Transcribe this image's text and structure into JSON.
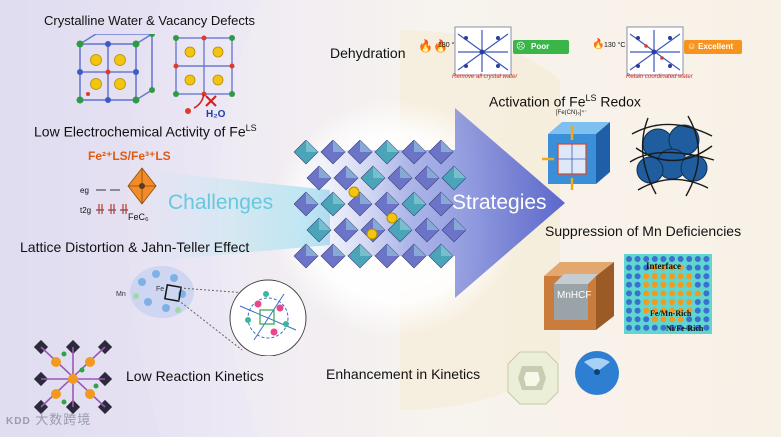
{
  "left": {
    "challenges_label": "Challenges",
    "items": [
      {
        "title": "Crystalline Water & Vacancy Defects"
      },
      {
        "title": "Low Electrochemical Activity of Fe",
        "sup": "LS"
      },
      {
        "title": "Lattice Distortion & Jahn-Teller Effect"
      },
      {
        "title": "Low Reaction Kinetics"
      }
    ],
    "h2o_label": "H₂O",
    "fe_states": "Fe²⁺LS/Fe³⁺LS",
    "fec6_label": "FeC₆",
    "eg_label": "eg",
    "t2g_label": "t2g",
    "mn_label": "Mn",
    "fe_label": "Fe"
  },
  "right": {
    "strategies_label": "Strategies",
    "items": [
      {
        "title": "Dehydration"
      },
      {
        "title": "Activation of Fe",
        "sup": "LS",
        "suffix": " Redox"
      },
      {
        "title": "Suppression of Mn Deficiencies"
      },
      {
        "title": "Enhancement in Kinetics"
      }
    ],
    "dehydration": {
      "temp_high": "180 °C",
      "temp_low": "130 °C",
      "result_poor": "Poor",
      "result_excellent": "Excellent",
      "caption_left": "Remove all crystal water",
      "caption_right": "Retain coordinated water",
      "poor_color": "#39b54a",
      "excellent_color": "#f7941d"
    },
    "activation_formula": "[Fe(CN)₆]⁴⁻",
    "mnhcf_label": "MnHCF",
    "interface_labels": [
      "Interface",
      "Fe/Mn-Rich",
      "Ni/Fe-Rich"
    ]
  },
  "watermark": {
    "text": "大数跨境",
    "logo": "KDD"
  }
}
